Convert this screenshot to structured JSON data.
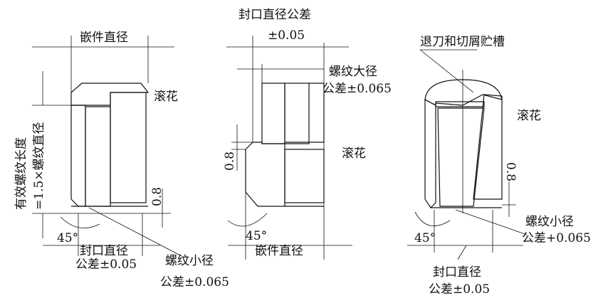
{
  "left": {
    "insert_diameter": "嵌件直径",
    "effective_length_line1": "有效螺纹长度",
    "effective_length_line2": "=1.5×螺纹直径",
    "knurl": "滚花",
    "dim_08": "0.8",
    "angle": "45°",
    "seal_diameter": "封口直径",
    "seal_tolerance": "公差±0.05",
    "minor_diameter": "螺纹小径",
    "minor_tolerance": "公差±0.065"
  },
  "middle": {
    "seal_tolerance_title": "封口直径公差",
    "seal_tolerance_value": "±0.05",
    "major_diameter": "螺纹大径",
    "major_tolerance": "公差±0.065",
    "knurl": "滚花",
    "dim_08": "0.8",
    "angle": "45°",
    "insert_diameter": "嵌件直径"
  },
  "right": {
    "relief_groove": "退刀和切屑贮槽",
    "knurl": "滚花",
    "dim_08": "0.8",
    "minor_diameter": "螺纹小径",
    "minor_tolerance": "公差+0.065",
    "angle": "45°",
    "seal_diameter": "封口直径",
    "seal_tolerance": "公差±0.05"
  }
}
